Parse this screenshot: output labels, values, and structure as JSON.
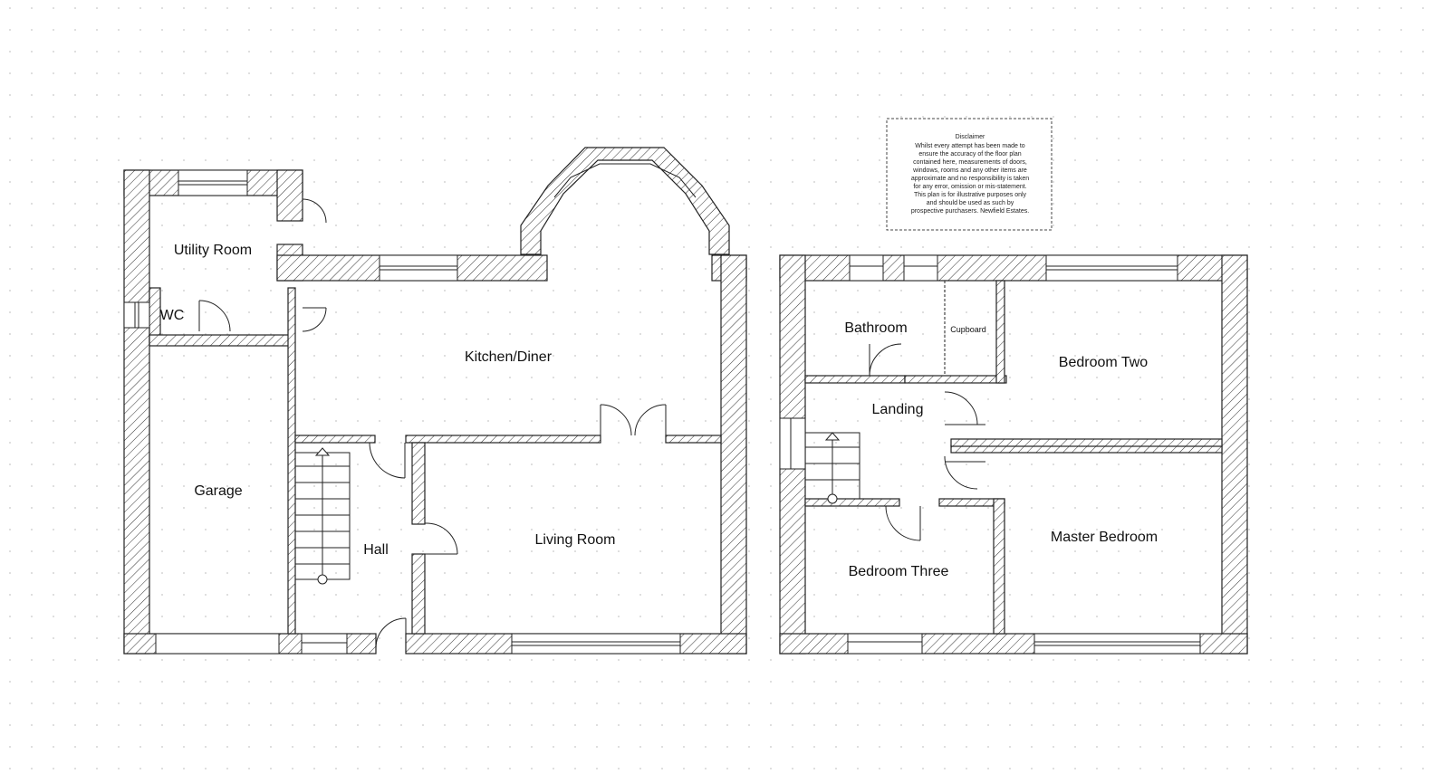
{
  "colors": {
    "wall": "#222222",
    "hatch": "#333333",
    "background": "#ffffff",
    "grid_dot": "#c8c8c8"
  },
  "ground_floor": {
    "rooms": {
      "utility_room": "Utility Room",
      "wc": "WC",
      "garage": "Garage",
      "kitchen_diner": "Kitchen/Diner",
      "hall": "Hall",
      "living_room": "Living Room"
    }
  },
  "first_floor": {
    "rooms": {
      "bathroom": "Bathroom",
      "cupboard": "Cupboard",
      "landing": "Landing",
      "bedroom_two": "Bedroom Two",
      "bedroom_three": "Bedroom Three",
      "master_bedroom": "Master Bedroom"
    }
  },
  "disclaimer": {
    "title": "Disclaimer",
    "lines": [
      "Whilst every attempt has been made to",
      "ensure the accuracy of the floor plan",
      "contained here, measurements of doors,",
      "windows, rooms and any other items are",
      "approximate and no responsibility is taken",
      "for any error, omission or mis-statement.",
      "This plan is for illustrative purposes only",
      "and should be used as such by",
      "prospective purchasers. Newfield Estates."
    ]
  }
}
